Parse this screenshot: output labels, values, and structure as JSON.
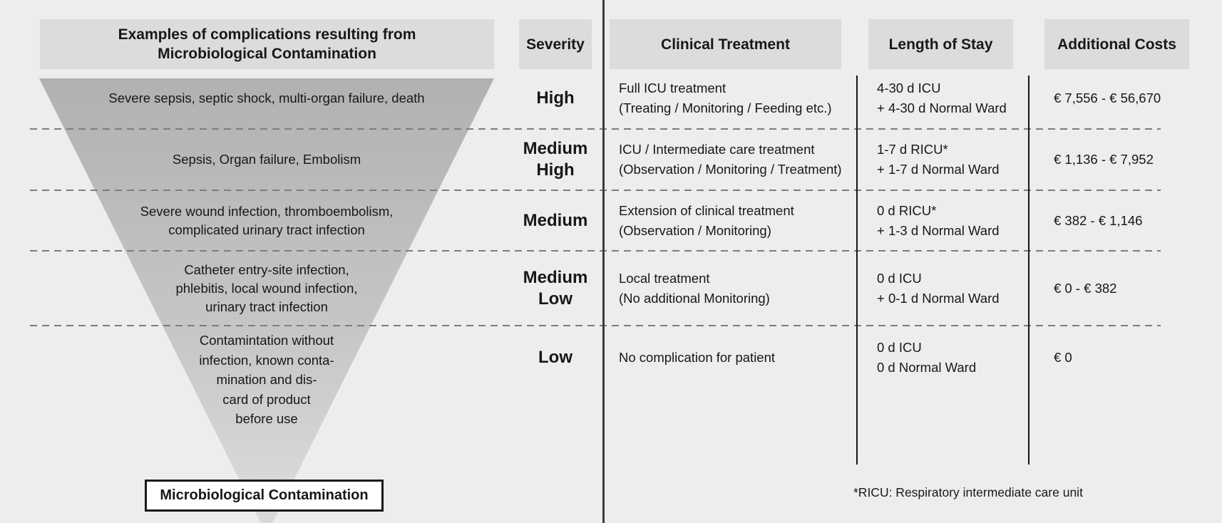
{
  "header": {
    "examples_title": [
      "Examples of complications resulting from",
      "Microbiological Contamination"
    ],
    "severity": "Severity",
    "clinical_treatment": "Clinical Treatment",
    "length_of_stay": "Length of Stay",
    "additional_costs": "Additional Costs"
  },
  "rows": [
    {
      "examples": [
        "Severe sepsis, septic shock, multi-organ failure, death"
      ],
      "severity": [
        "High"
      ],
      "treatment": [
        "Full ICU treatment",
        "(Treating / Monitoring / Feeding etc.)"
      ],
      "stay": [
        "4-30 d ICU",
        "+ 4-30 d Normal Ward"
      ],
      "costs": "€ 7,556 - € 56,670"
    },
    {
      "examples": [
        "Sepsis, Organ failure, Embolism"
      ],
      "severity": [
        "Medium",
        "High"
      ],
      "treatment": [
        "ICU / Intermediate care treatment",
        "(Observation / Monitoring / Treatment)"
      ],
      "stay": [
        "1-7 d RICU*",
        "+ 1-7 d Normal Ward"
      ],
      "costs": "€ 1,136 - € 7,952"
    },
    {
      "examples": [
        "Severe wound infection, thromboembolism,",
        "complicated urinary tract infection"
      ],
      "severity": [
        "Medium"
      ],
      "treatment": [
        "Extension of clinical treatment",
        "(Observation / Monitoring)"
      ],
      "stay": [
        "0 d RICU*",
        "+ 1-3 d Normal Ward"
      ],
      "costs": "€ 382 - € 1,146"
    },
    {
      "examples": [
        "Catheter entry-site infection,",
        "phlebitis, local wound infection,",
        "urinary tract infection"
      ],
      "severity": [
        "Medium",
        "Low"
      ],
      "treatment": [
        "Local treatment",
        "(No additional Monitoring)"
      ],
      "stay": [
        "0 d ICU",
        "+ 0-1 d Normal Ward"
      ],
      "costs": "€ 0 - € 382"
    },
    {
      "examples": [
        "Contamintation without",
        "infection, known conta-",
        "mination and dis-",
        "card of product",
        "before use"
      ],
      "severity": [
        "Low"
      ],
      "treatment": [
        "No complication for patient"
      ],
      "stay": [
        "0 d ICU",
        "0 d Normal Ward"
      ],
      "costs": "€ 0"
    }
  ],
  "funnel_caption": "Microbiological Contamination",
  "footnote": "*RICU: Respiratory intermediate care unit",
  "colors": {
    "background": "#ededed",
    "header_box": "#dcdcdc",
    "funnel_top": "#b1b1b1",
    "funnel_bottom": "#d9d9d9",
    "text": "#17171c",
    "dashed_line": "#7d7d7d",
    "main_divider": "#3c3c3c",
    "column_line": "#141414"
  }
}
